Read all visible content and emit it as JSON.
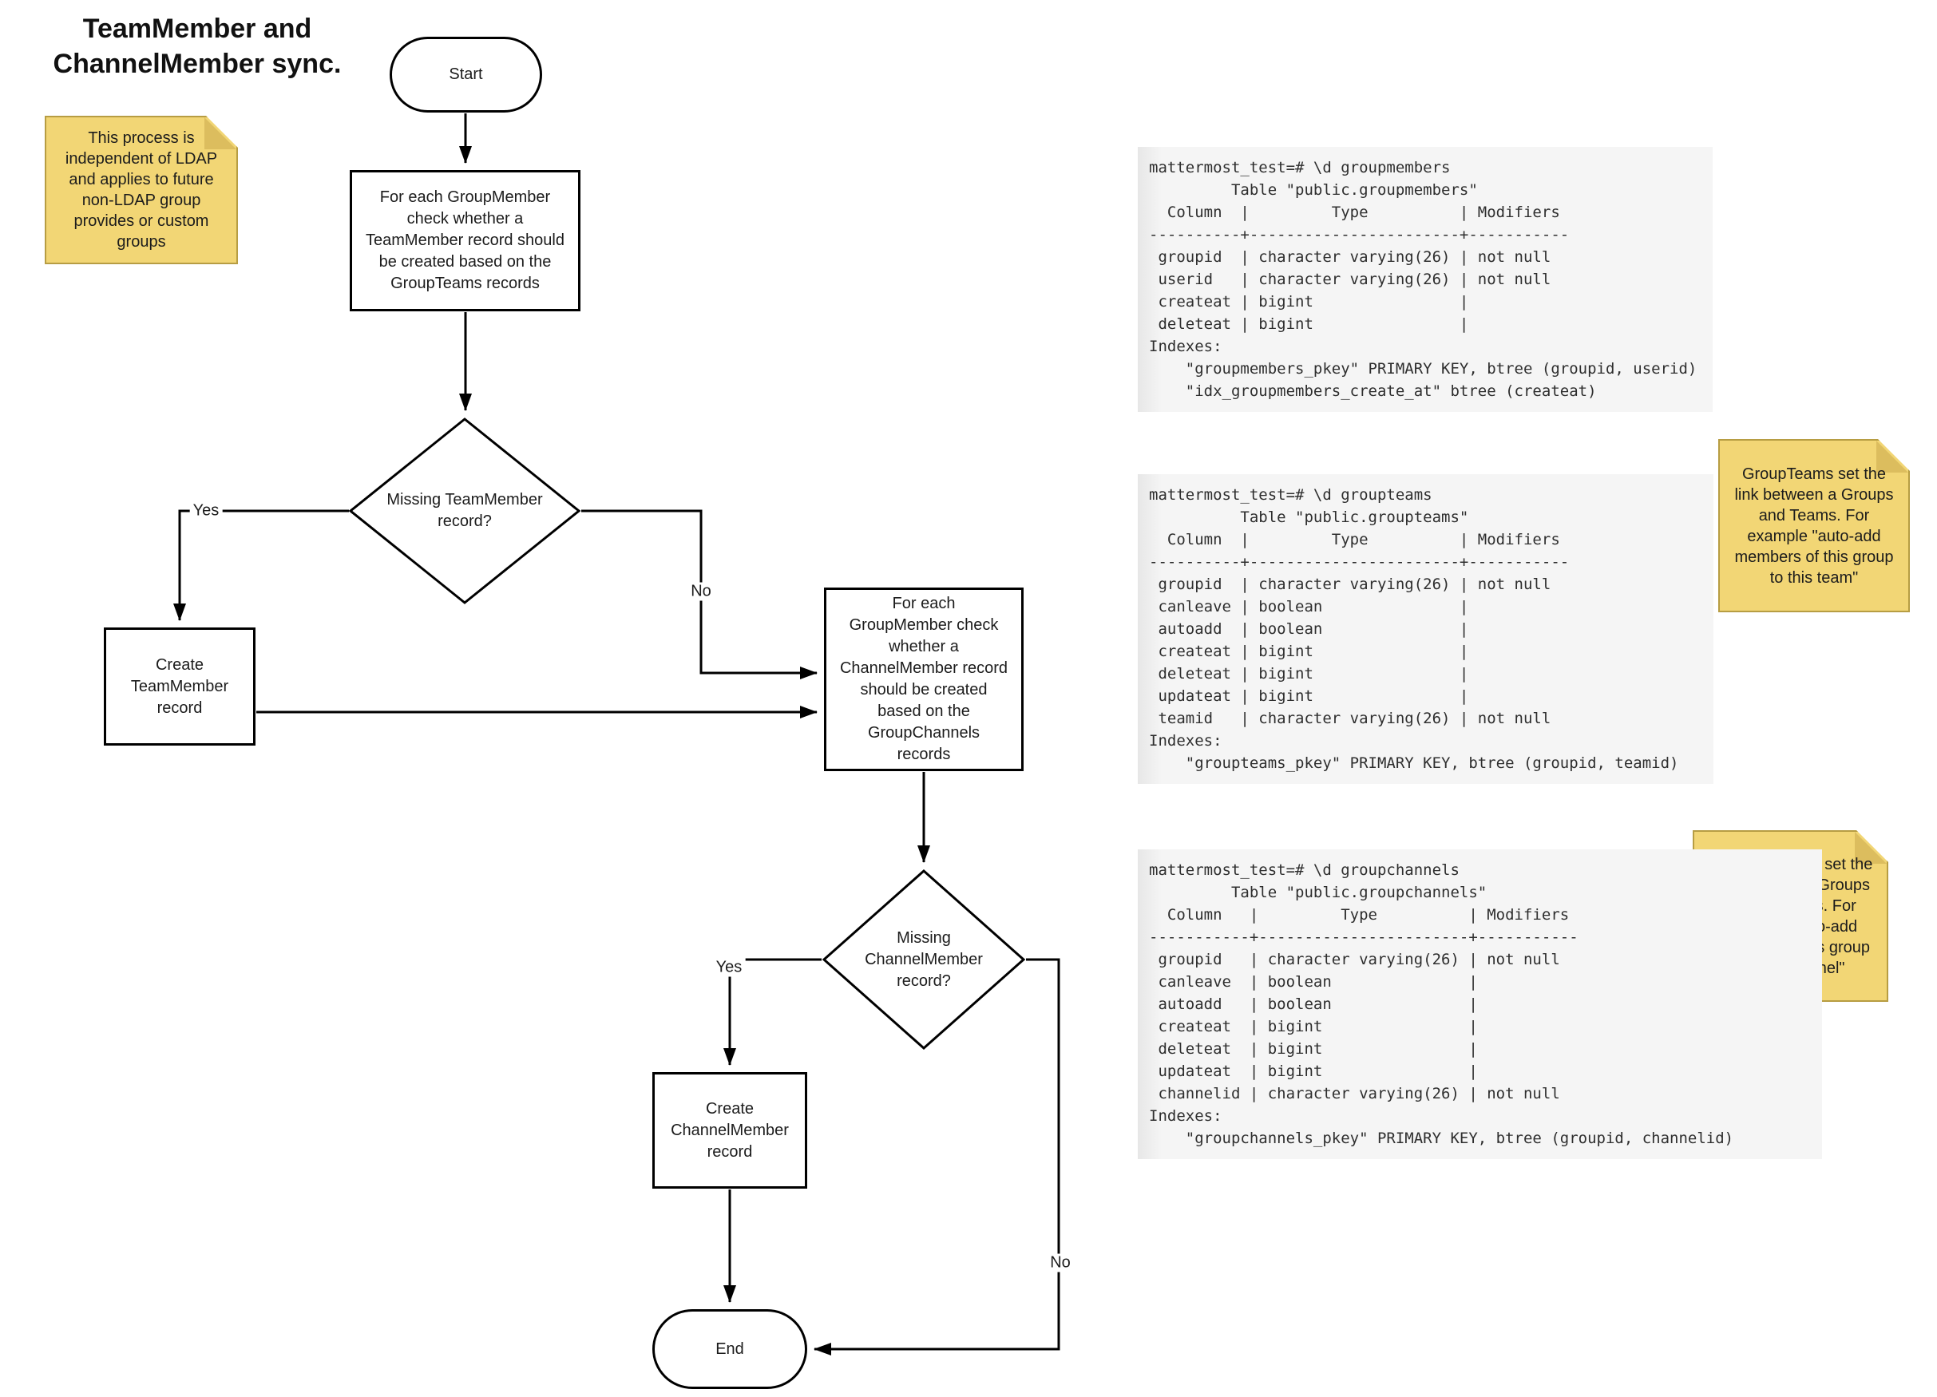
{
  "title": "TeamMember and\nChannelMember sync.",
  "flowchart": {
    "nodes": {
      "start": {
        "type": "terminator",
        "label": "Start"
      },
      "check_teammember": {
        "type": "process",
        "label": "For each GroupMember\ncheck whether a\nTeamMember record should\nbe created based on the\nGroupTeams records"
      },
      "missing_teammember": {
        "type": "decision",
        "label": "Missing TeamMember\nrecord?"
      },
      "create_teammember": {
        "type": "process",
        "label": "Create\nTeamMember\nrecord"
      },
      "check_channelmember": {
        "type": "process",
        "label": "For each\nGroupMember check\nwhether a\nChannelMember record\nshould be created\nbased on the\nGroupChannels\nrecords"
      },
      "missing_channelmember": {
        "type": "decision",
        "label": "Missing\nChannelMember\nrecord?"
      },
      "create_channelmember": {
        "type": "process",
        "label": "Create\nChannelMember\nrecord"
      },
      "end": {
        "type": "terminator",
        "label": "End"
      }
    },
    "edge_labels": {
      "yes_teammember": "Yes",
      "no_teammember": "No",
      "yes_channelmember": "Yes",
      "no_channelmember": "No"
    }
  },
  "notes": {
    "ldap": {
      "text": "This process is\nindependent of LDAP\nand applies to future\nnon-LDAP group\nprovides or custom\ngroups"
    },
    "groupteams": {
      "text": "GroupTeams set the\nlink between a Groups\nand Teams. For\nexample \"auto-add\nmembers of this group\nto this team\""
    },
    "groupchannels": {
      "text": "GroupChannels set the\nlink between a Groups\nand Channels. For\nexample \"auto-add\nmembers of this group\nto this channel\""
    }
  },
  "terminals": {
    "groupmembers": {
      "text": "mattermost_test=# \\d groupmembers\n         Table \"public.groupmembers\"\n  Column  |         Type          | Modifiers\n----------+-----------------------+-----------\n groupid  | character varying(26) | not null\n userid   | character varying(26) | not null\n createat | bigint                |\n deleteat | bigint                |\nIndexes:\n    \"groupmembers_pkey\" PRIMARY KEY, btree (groupid, userid)\n    \"idx_groupmembers_create_at\" btree (createat)"
    },
    "groupteams": {
      "text": "mattermost_test=# \\d groupteams\n          Table \"public.groupteams\"\n  Column  |         Type          | Modifiers\n----------+-----------------------+-----------\n groupid  | character varying(26) | not null\n canleave | boolean               |\n autoadd  | boolean               |\n createat | bigint                |\n deleteat | bigint                |\n updateat | bigint                |\n teamid   | character varying(26) | not null\nIndexes:\n    \"groupteams_pkey\" PRIMARY KEY, btree (groupid, teamid)"
    },
    "groupchannels": {
      "text": "mattermost_test=# \\d groupchannels\n         Table \"public.groupchannels\"\n  Column   |         Type          | Modifiers\n-----------+-----------------------+-----------\n groupid   | character varying(26) | not null\n canleave  | boolean               |\n autoadd   | boolean               |\n createat  | bigint                |\n deleteat  | bigint                |\n updateat  | bigint                |\n channelid | character varying(26) | not null\nIndexes:\n    \"groupchannels_pkey\" PRIMARY KEY, btree (groupid, channelid)"
    }
  },
  "colors": {
    "note_fill": "#f2d675",
    "note_fold": "#dcbd5e",
    "note_border": "#b79d43",
    "line": "#000000",
    "terminal_bg": "#f5f5f5",
    "terminal_text": "#2e2e2e"
  }
}
